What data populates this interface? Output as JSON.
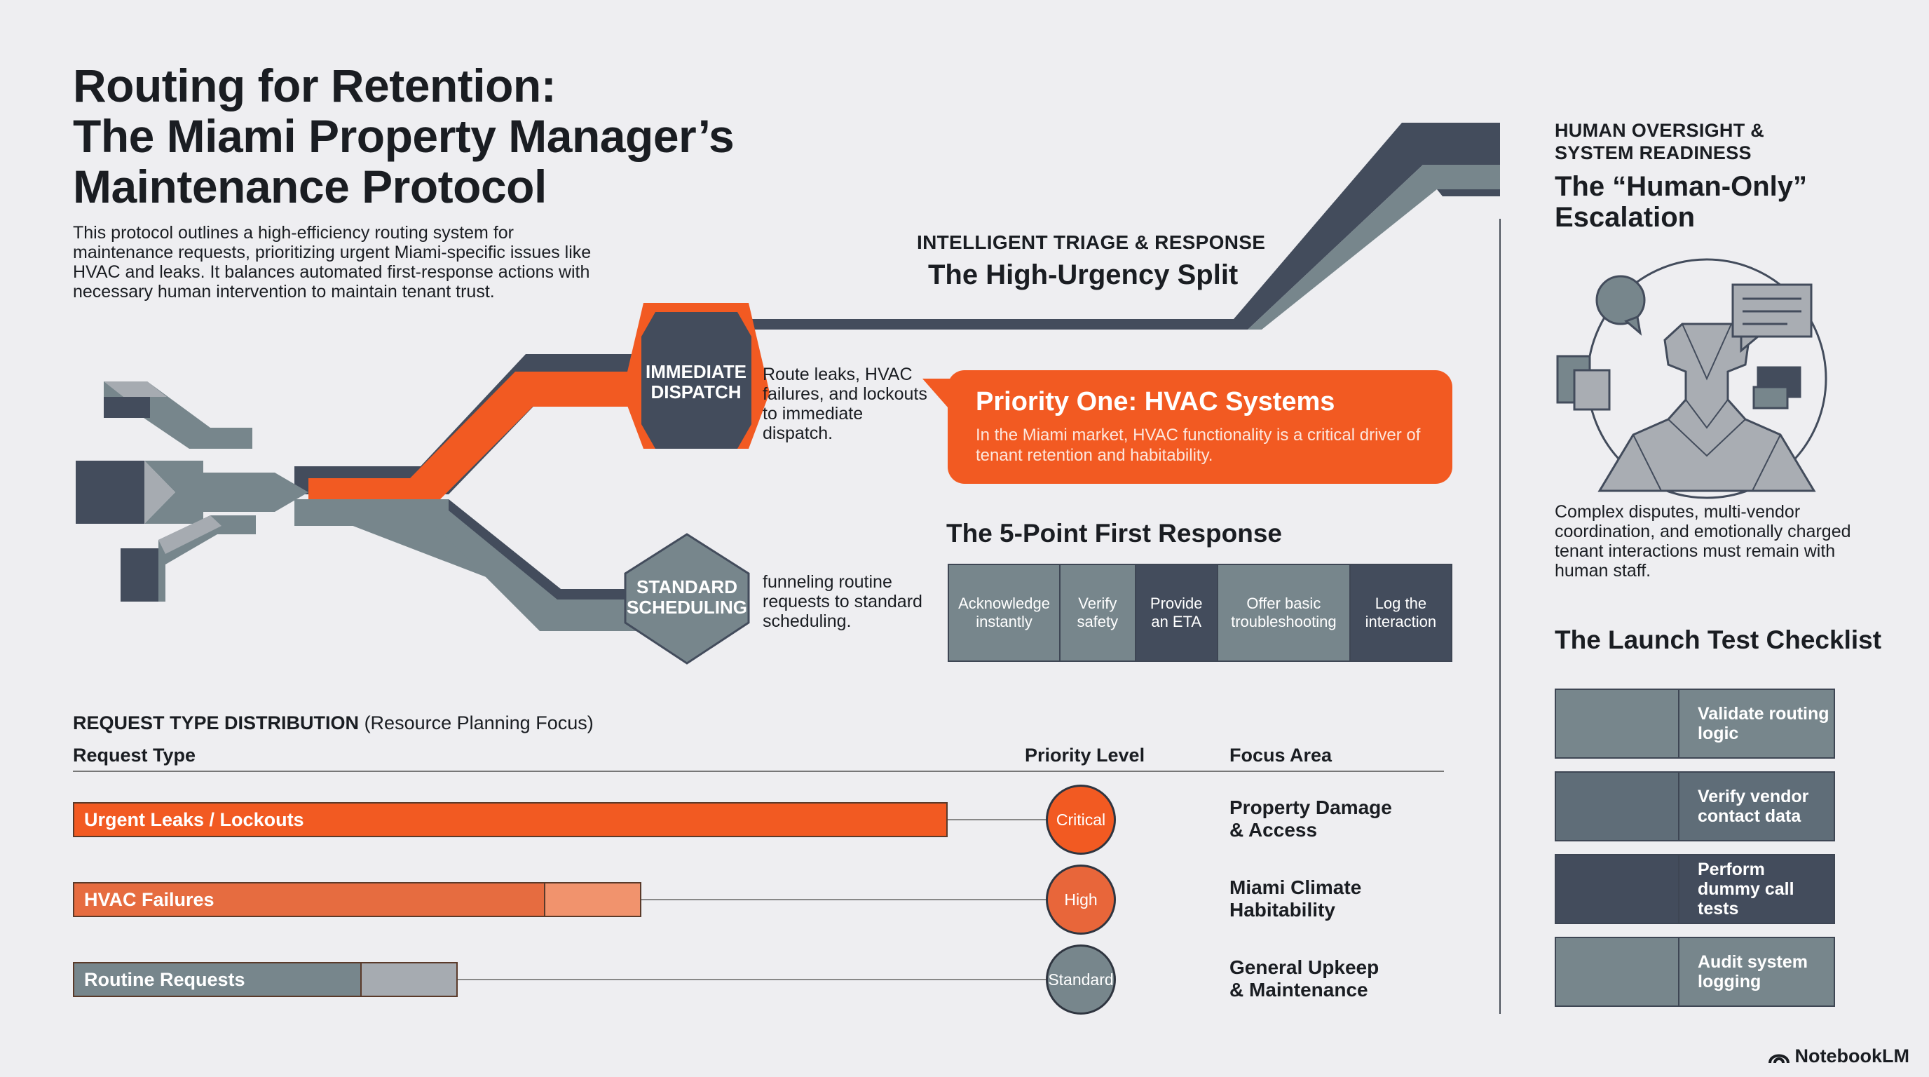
{
  "header": {
    "title_line1": "Routing for Retention:",
    "title_line2": "The Miami Property Manager’s",
    "title_line3": "Maintenance Protocol",
    "intro": "This protocol outlines a high-efficiency routing system for maintenance requests, prioritizing urgent Miami-specific issues like HVAC and leaks. It balances automated first-response actions with necessary human intervention to maintain tenant trust."
  },
  "routing": {
    "immediate_label": "IMMEDIATE DISPATCH",
    "immediate_note": "Route leaks, HVAC failures, and lockouts to immediate dispatch.",
    "standard_label": "STANDARD SCHEDULING",
    "standard_note": "funneling routine requests to standard scheduling."
  },
  "triage": {
    "kicker": "INTELLIGENT TRIAGE & RESPONSE",
    "heading": "The High-Urgency Split",
    "priority_title": "Priority One: HVAC Systems",
    "priority_desc": "In the Miami market, HVAC functionality is a critical driver of tenant retention and habitability.",
    "first_response_title": "The 5-Point First Response",
    "first_response": [
      {
        "label": "Acknowledge instantly",
        "color": "#77868c"
      },
      {
        "label": "Verify safety",
        "color": "#77868c"
      },
      {
        "label": "Provide an ETA",
        "color": "#434c5c"
      },
      {
        "label": "Offer basic troubleshooting",
        "color": "#77868c"
      },
      {
        "label": "Log the interaction",
        "color": "#434c5c"
      }
    ]
  },
  "distribution": {
    "title": "REQUEST TYPE DISTRIBUTION",
    "subtitle": "(Resource Planning Focus)",
    "col_request": "Request Type",
    "col_priority": "Priority Level",
    "col_focus": "Focus Area",
    "rows": [
      {
        "label": "Urgent Leaks / Lockouts",
        "main": 1.0,
        "extra": 0.0,
        "priority": "Critical",
        "focus_line1": "Property Damage",
        "focus_line2": "& Access",
        "bar_color": "#f25a22",
        "extra_color": "#f25a22",
        "circle_color": "#f25a22"
      },
      {
        "label": "HVAC Failures",
        "main": 0.54,
        "extra": 0.11,
        "priority": "High",
        "focus_line1": "Miami Climate",
        "focus_line2": "Habitability",
        "bar_color": "#e66c40",
        "extra_color": "#f1936d",
        "circle_color": "#e8663a"
      },
      {
        "label": "Routine Requests",
        "main": 0.33,
        "extra": 0.11,
        "priority": "Standard",
        "focus_line1": "General Upkeep",
        "focus_line2": "& Maintenance",
        "bar_color": "#77868c",
        "extra_color": "#a6abb1",
        "circle_color": "#77868c"
      }
    ]
  },
  "oversight": {
    "kicker_line1": "HUMAN OVERSIGHT &",
    "kicker_line2": "SYSTEM READINESS",
    "heading_line1": "The “Human-Only”",
    "heading_line2": "Escalation",
    "desc": "Complex disputes, multi-vendor coordination, and emotionally charged tenant interactions must remain with human staff.",
    "checklist_title": "The Launch Test Checklist",
    "checklist": [
      {
        "label": "Validate routing logic",
        "color": "#77868c"
      },
      {
        "label": "Verify vendor contact data",
        "color": "#5f6d78"
      },
      {
        "label": "Perform dummy call tests",
        "color": "#434c5c"
      },
      {
        "label": "Audit system logging",
        "color": "#77868c"
      }
    ]
  },
  "brand": "NotebookLM"
}
